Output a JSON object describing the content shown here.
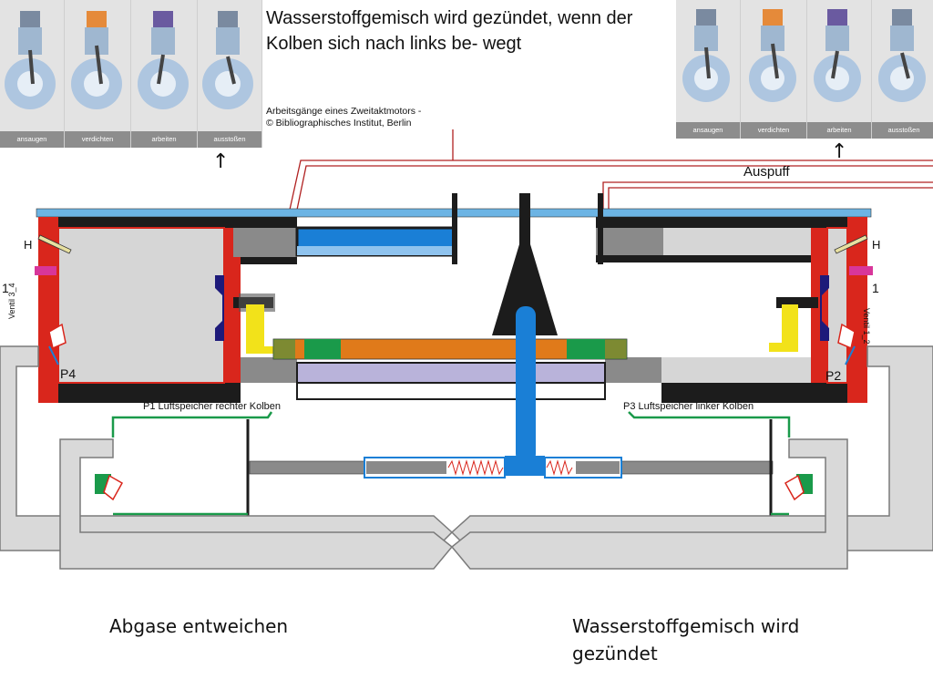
{
  "top_caption": {
    "title": "Wasserstoffgemisch wird gezündet, wenn der Kolben sich nach links be- wegt",
    "source_line1": "Arbeitsgänge eines Zweitaktmotors -",
    "source_line2": "© Bibliographisches Institut, Berlin"
  },
  "engine_strip_left": {
    "steps": [
      "ansaugen",
      "verdichten",
      "arbeiten",
      "ausstoßen"
    ]
  },
  "engine_strip_right": {
    "steps": [
      "ansaugen",
      "verdichten",
      "arbeiten",
      "ausstoßen"
    ]
  },
  "arrows": {
    "up": "↑"
  },
  "diagram": {
    "auspuff": "Auspuff",
    "h_left": "H",
    "h_right": "H",
    "one_left": "1",
    "one_right": "1",
    "ventil_left": "Ventil 3_4",
    "ventil_right": "Ventil 1_2",
    "p4": "P4",
    "p2": "P2",
    "p1_label": "P1 Luftspeicher rechter Kolben",
    "p3_label": "P3 Luftspeicher linker Kolben"
  },
  "bottom": {
    "left_text": "Abgase entweichen",
    "right_text_line1": "Wasserstoffgemisch wird",
    "right_text_line2": "gezündet"
  },
  "colors": {
    "cylinder_red": "#d9261c",
    "top_bar_blue": "#6cb4e4",
    "piston_blue": "#1a7fd6",
    "rod_orange": "#e07a1a",
    "seal_green": "#1a9a4a",
    "valve_yellow": "#f2e21a",
    "navy": "#1d1a7a",
    "dark": "#1c1c1c",
    "gray": "#8a8a8a",
    "light_gray": "#d6d6d6",
    "lavender": "#b9b3da",
    "magenta": "#d8369a",
    "pipe_gray": "#d9d9d9",
    "exhaust_red": "#b02020"
  }
}
